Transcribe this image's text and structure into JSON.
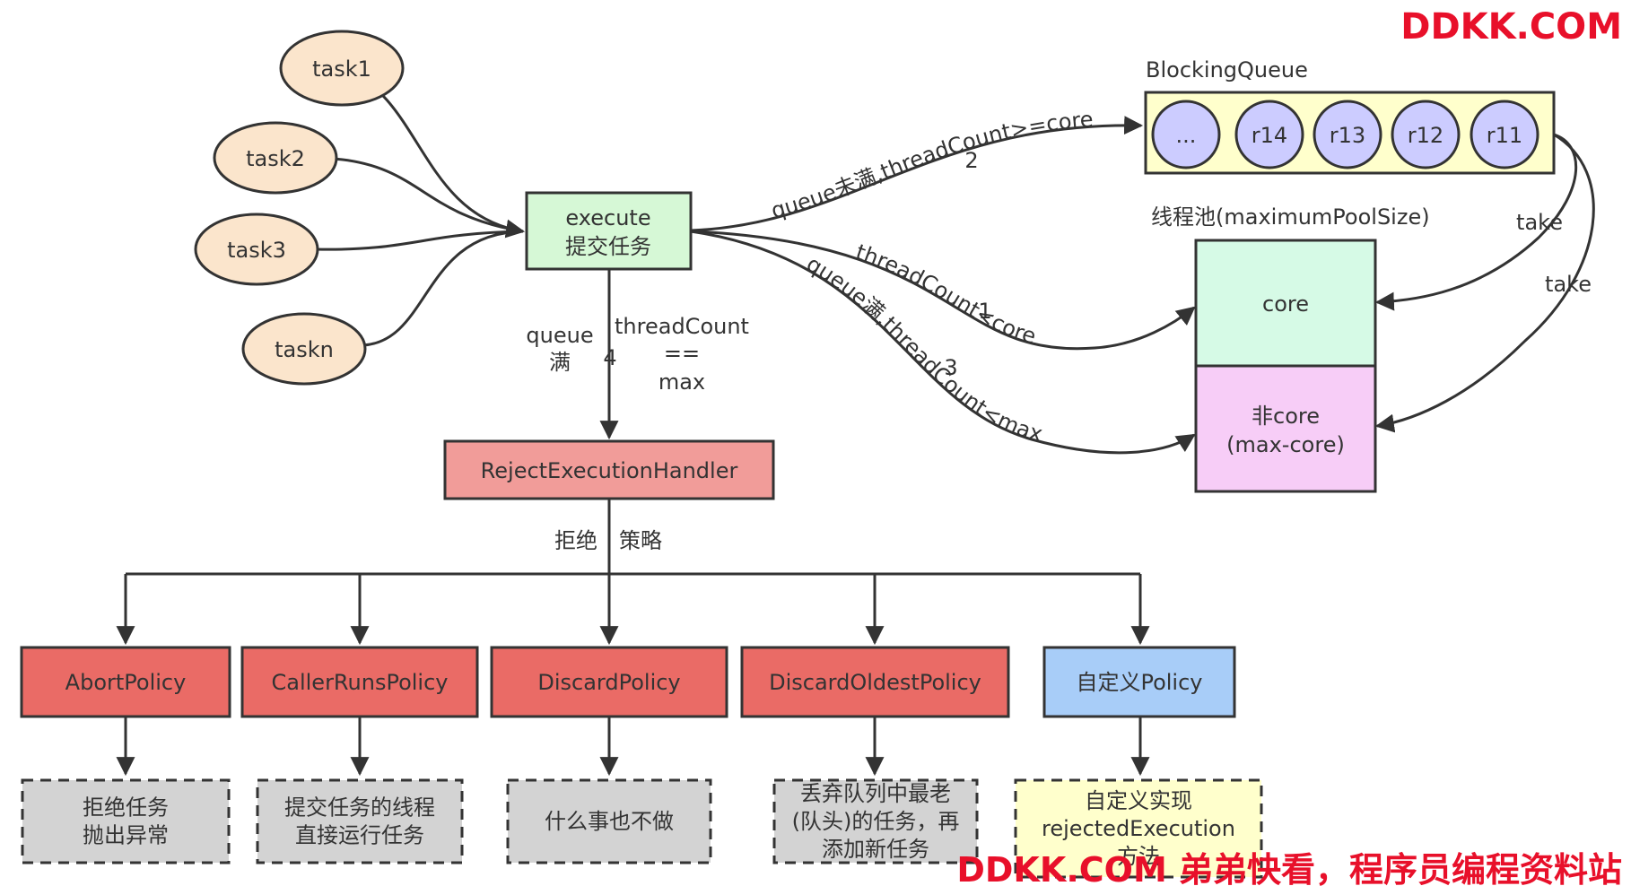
{
  "watermark_top": "DDKK.COM",
  "watermark_bottom": "DDKK.COM 弟弟快看，程序员编程资料站",
  "colors": {
    "task_fill": "#fbe5cc",
    "execute_fill": "#d6f8d6",
    "reject_fill": "#f19c99",
    "policy_fill": "#ea6b66",
    "custom_fill": "#a8cdf8",
    "queue_fill": "#ffffcc",
    "queue_item_fill": "#ccccff",
    "core_fill": "#d6fae6",
    "noncore_fill": "#f7cdf7",
    "desc_fill": "#d3d3d3",
    "desc_custom_fill": "#ffffcc",
    "accent": "#e8102a"
  },
  "tasks": [
    "task1",
    "task2",
    "task3",
    "taskn"
  ],
  "execute": {
    "line1": "execute",
    "line2": "提交任务"
  },
  "queue": {
    "title": "BlockingQueue",
    "items": [
      "...",
      "r14",
      "r13",
      "r12",
      "r11"
    ]
  },
  "pool": {
    "title": "线程池(maximumPoolSize)",
    "core": "core",
    "noncore_line1": "非core",
    "noncore_line2": "(max-core)"
  },
  "edges": {
    "to_queue": "queue未满,threadCount>=core",
    "to_queue_num": "2",
    "to_core": "threadCount<core",
    "to_core_num": "1",
    "to_noncore": "queue满,threadCount<max",
    "to_noncore_num": "3",
    "take1": "take",
    "take2": "take",
    "to_reject_left_1": "queue",
    "to_reject_left_2": "满",
    "to_reject_num": "4",
    "to_reject_right_1": "threadCount",
    "to_reject_right_2": "==",
    "to_reject_right_3": "max"
  },
  "reject_handler": "RejectExecutionHandler",
  "reject_label_left": "拒绝",
  "reject_label_right": "策略",
  "policies": [
    {
      "name": "AbortPolicy",
      "desc": [
        "拒绝任务",
        "抛出异常"
      ]
    },
    {
      "name": "CallerRunsPolicy",
      "desc": [
        "提交任务的线程",
        "直接运行任务"
      ]
    },
    {
      "name": "DiscardPolicy",
      "desc": [
        "什么事也不做"
      ]
    },
    {
      "name": "DiscardOldestPolicy",
      "desc": [
        "丢弃队列中最老",
        "(队头)的任务，再",
        "添加新任务"
      ]
    },
    {
      "name": "自定义Policy",
      "desc": [
        "自定义实现",
        "rejectedExecution",
        "方法"
      ]
    }
  ]
}
